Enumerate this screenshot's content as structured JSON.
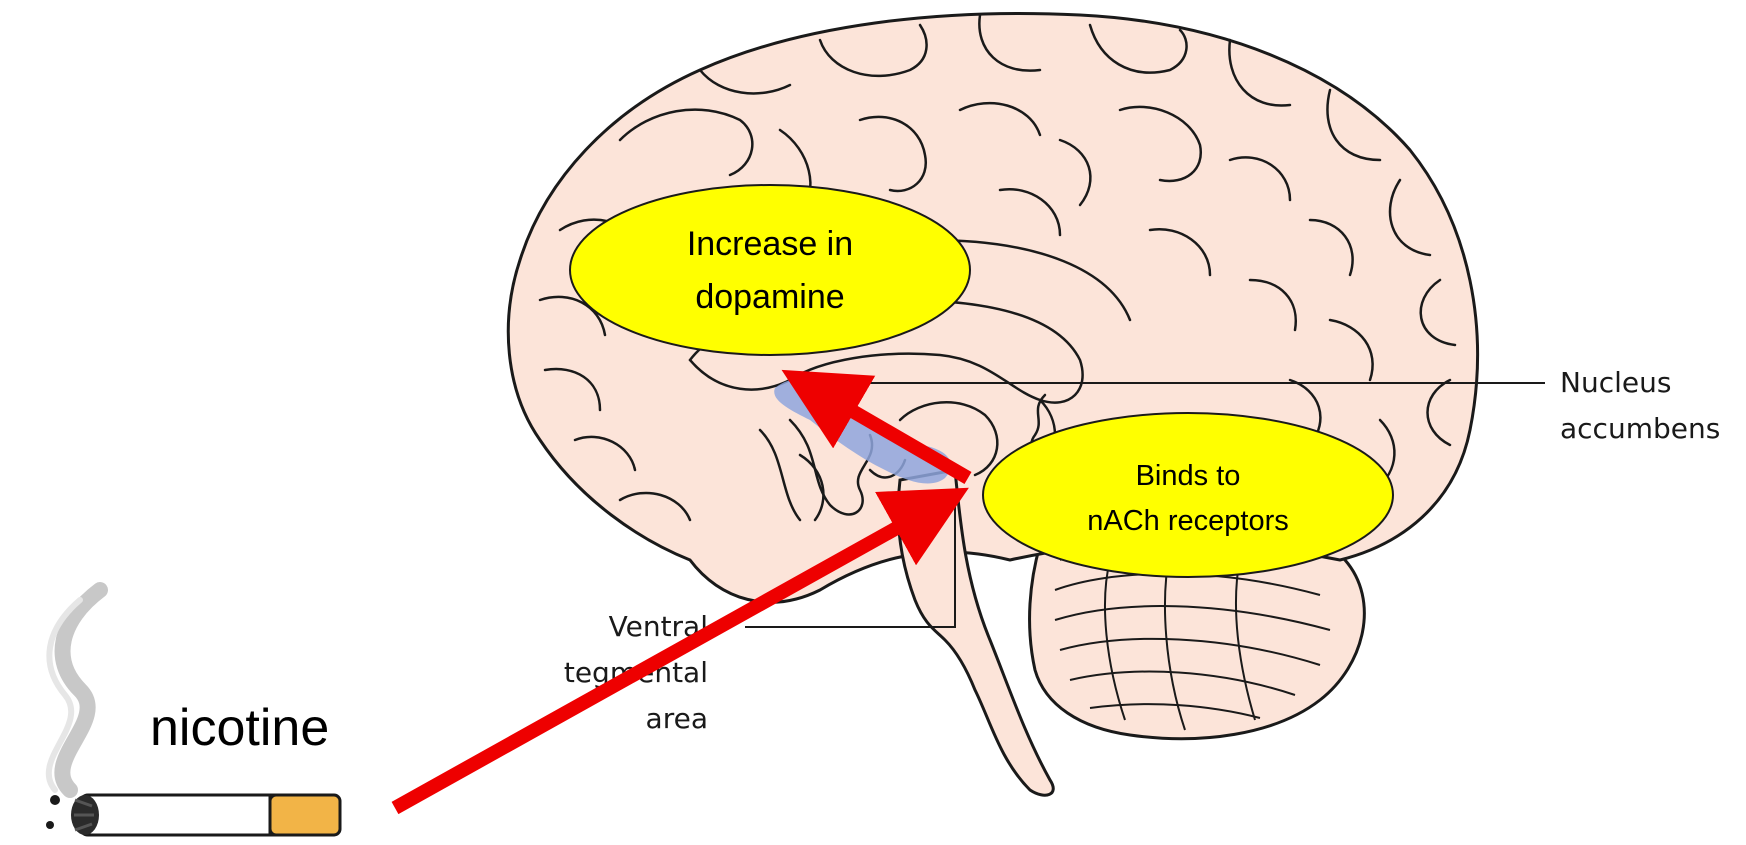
{
  "diagram": {
    "labels": {
      "nicotine": "nicotine",
      "dopamine_line1": "Increase in",
      "dopamine_line2": "dopamine",
      "binds_line1": "Binds to",
      "binds_line2": "nACh receptors",
      "nucleus_line1": "Nucleus",
      "nucleus_line2": "accumbens",
      "vta_line1": "Ventral",
      "vta_line2": "tegmental",
      "vta_line3": "area"
    },
    "colors": {
      "brain_fill": "#fce4d9",
      "brain_outline": "#1a1a1a",
      "ellipse_fill": "#ffff00",
      "arrow": "#ee0000",
      "pathway": "#8fa6dd",
      "smoke": "#c8c8c8",
      "cigarette_filter": "#f2b447"
    }
  }
}
